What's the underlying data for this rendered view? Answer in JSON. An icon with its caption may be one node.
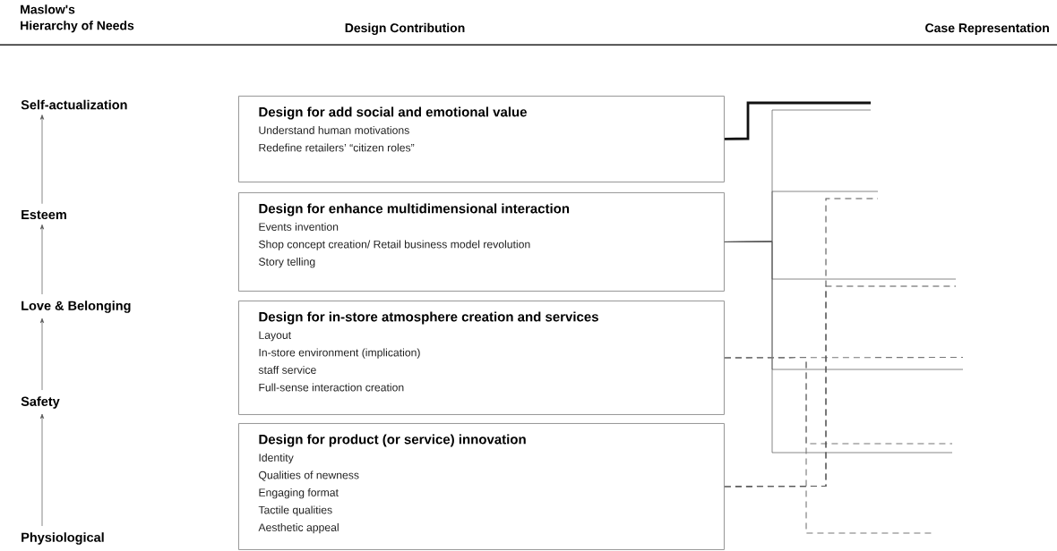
{
  "diagram": {
    "nodes": [
      {
        "text": [
          "Self-actualization"
        ]
      },
      {
        "text": [
          "Esteem"
        ]
      },
      {
        "text": [
          "Love & Belonging"
        ]
      },
      {
        "text": [
          "Safety"
        ]
      },
      {
        "text": [
          "Physiological"
        ]
      },
      {
        "text": [
          "Design for add social and emotional value",
          "Understand human motivations",
          "Redefine retailers’ “citizen roles”"
        ]
      },
      {
        "text": [
          "Design for enhance multidimensional interaction",
          "Events invention",
          "Shop concept creation/ Retail business model revolution",
          "Story telling"
        ]
      },
      {
        "text": [
          "Design for in-store atmosphere creation and services",
          "Layout",
          "In-store environment (implication)",
          "staff service",
          "Full-sense interaction creation"
        ]
      },
      {
        "text": [
          "Design for product (or service) innovation",
          "Identity",
          "Qualities of newness",
          "Engaging format",
          "Tactile qualities",
          "Aesthetic appeal"
        ]
      }
    ],
    "edges": [
      {
        "from": 1,
        "to": 0,
        "arrow": "to"
      },
      {
        "from": 2,
        "to": 1,
        "arrow": "to"
      },
      {
        "from": 3,
        "to": 2,
        "arrow": "to"
      },
      {
        "from": 4,
        "to": 3,
        "arrow": "to"
      },
      {
        "from": 5,
        "to": null,
        "arrow": "none",
        "style": "thick",
        "color": "#111111"
      },
      {
        "from": 6,
        "to": null,
        "arrow": "none"
      },
      {
        "from": 6,
        "to": null,
        "arrow": "none"
      },
      {
        "from": 6,
        "to": null,
        "arrow": "none"
      },
      {
        "from": 6,
        "to": null,
        "arrow": "none"
      },
      {
        "from": 6,
        "to": null,
        "arrow": "none"
      },
      {
        "from": 7,
        "to": null,
        "arrow": "none",
        "style": "dashed",
        "color": "#777777"
      },
      {
        "from": 7,
        "to": null,
        "arrow": "none",
        "style": "dashed",
        "color": "#777777"
      },
      {
        "from": 7,
        "to": null,
        "arrow": "none",
        "style": "dashed",
        "color": "#777777"
      },
      {
        "from": 8,
        "to": null,
        "arrow": "none",
        "style": "dashed"
      },
      {
        "from": 8,
        "to": null,
        "arrow": "none",
        "style": "dashed"
      }
    ],
    "labels": [
      "Maslow's Hierarchy of Needs",
      "Design Contribution",
      "Case Representation"
    ]
  }
}
